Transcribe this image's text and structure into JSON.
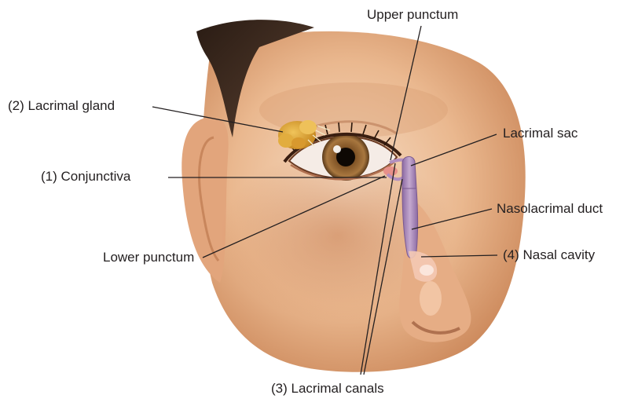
{
  "labels": {
    "upper_punctum": "Upper punctum",
    "lacrimal_gland": "(2) Lacrimal gland",
    "lacrimal_sac": "Lacrimal sac",
    "conjunctiva": "(1) Conjunctiva",
    "nasolacrimal_duct": "Nasolacrimal duct",
    "lower_punctum": "Lower punctum",
    "nasal_cavity": "(4) Nasal cavity",
    "lacrimal_canals": "(3) Lacrimal canals"
  },
  "colors": {
    "skin_light": "#f4d2b4",
    "skin_mid": "#e0a57c",
    "skin_shadow": "#b9714a",
    "hair": "#3a2a20",
    "iris": "#9a6a3a",
    "lacrimal_gland": "#d9a13a",
    "lacrimal_duct": "#a98bb6",
    "leader_line": "#231f20"
  }
}
